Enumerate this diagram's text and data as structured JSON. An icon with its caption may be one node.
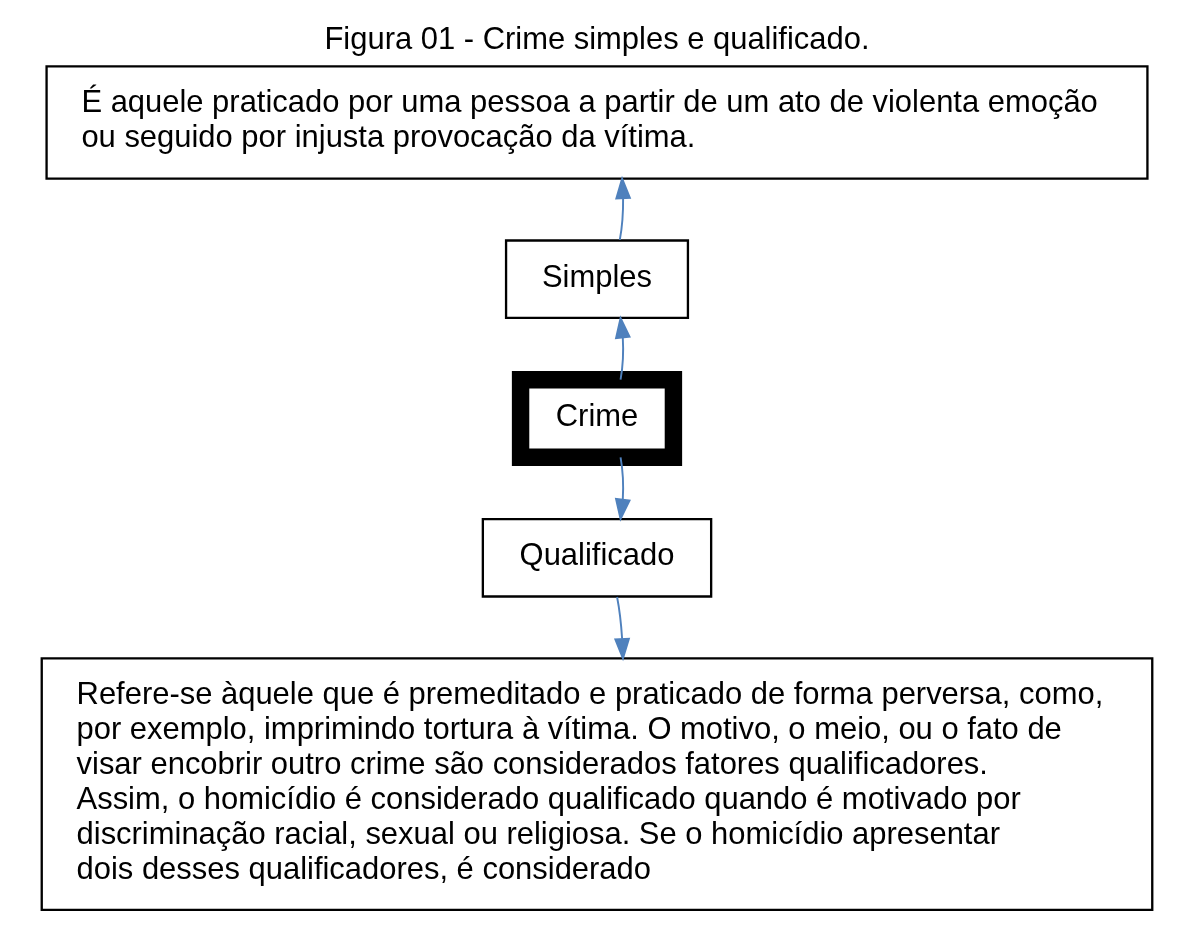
{
  "diagram": {
    "title": "Figura 01 - Crime simples e qualificado.",
    "nodes": [
      {
        "text": [
          "É aquele praticado por uma pessoa a partir de um ato de violenta emoção ou seguido por injusta provocação da vítima."
        ]
      },
      {
        "text": [
          "Simples"
        ]
      },
      {
        "text": [
          "Crime"
        ]
      },
      {
        "text": [
          "Qualificado"
        ]
      },
      {
        "text": [
          "Refere-se àquele que é premeditado e praticado de forma perversa, como, por exemplo, imprimindo tortura à vítima. O motivo, o meio, ou o fato de visar encobrir outro crime são considerados fatores qualificadores. Assim, o homicídio é considerado qualificado quando é motivado por discriminação racial, sexual ou religiosa. Se o homicídio apresentar dois desses qualificadores, é considerado"
        ]
      }
    ],
    "edges": [
      {
        "from": 2,
        "to": 1,
        "arrow": "to",
        "color": "#4f81bd"
      },
      {
        "from": 1,
        "to": 0,
        "arrow": "to",
        "color": "#4f81bd"
      },
      {
        "from": 2,
        "to": 3,
        "arrow": "to",
        "color": "#4f81bd"
      },
      {
        "from": 3,
        "to": 4,
        "arrow": "to",
        "color": "#4f81bd"
      }
    ]
  }
}
